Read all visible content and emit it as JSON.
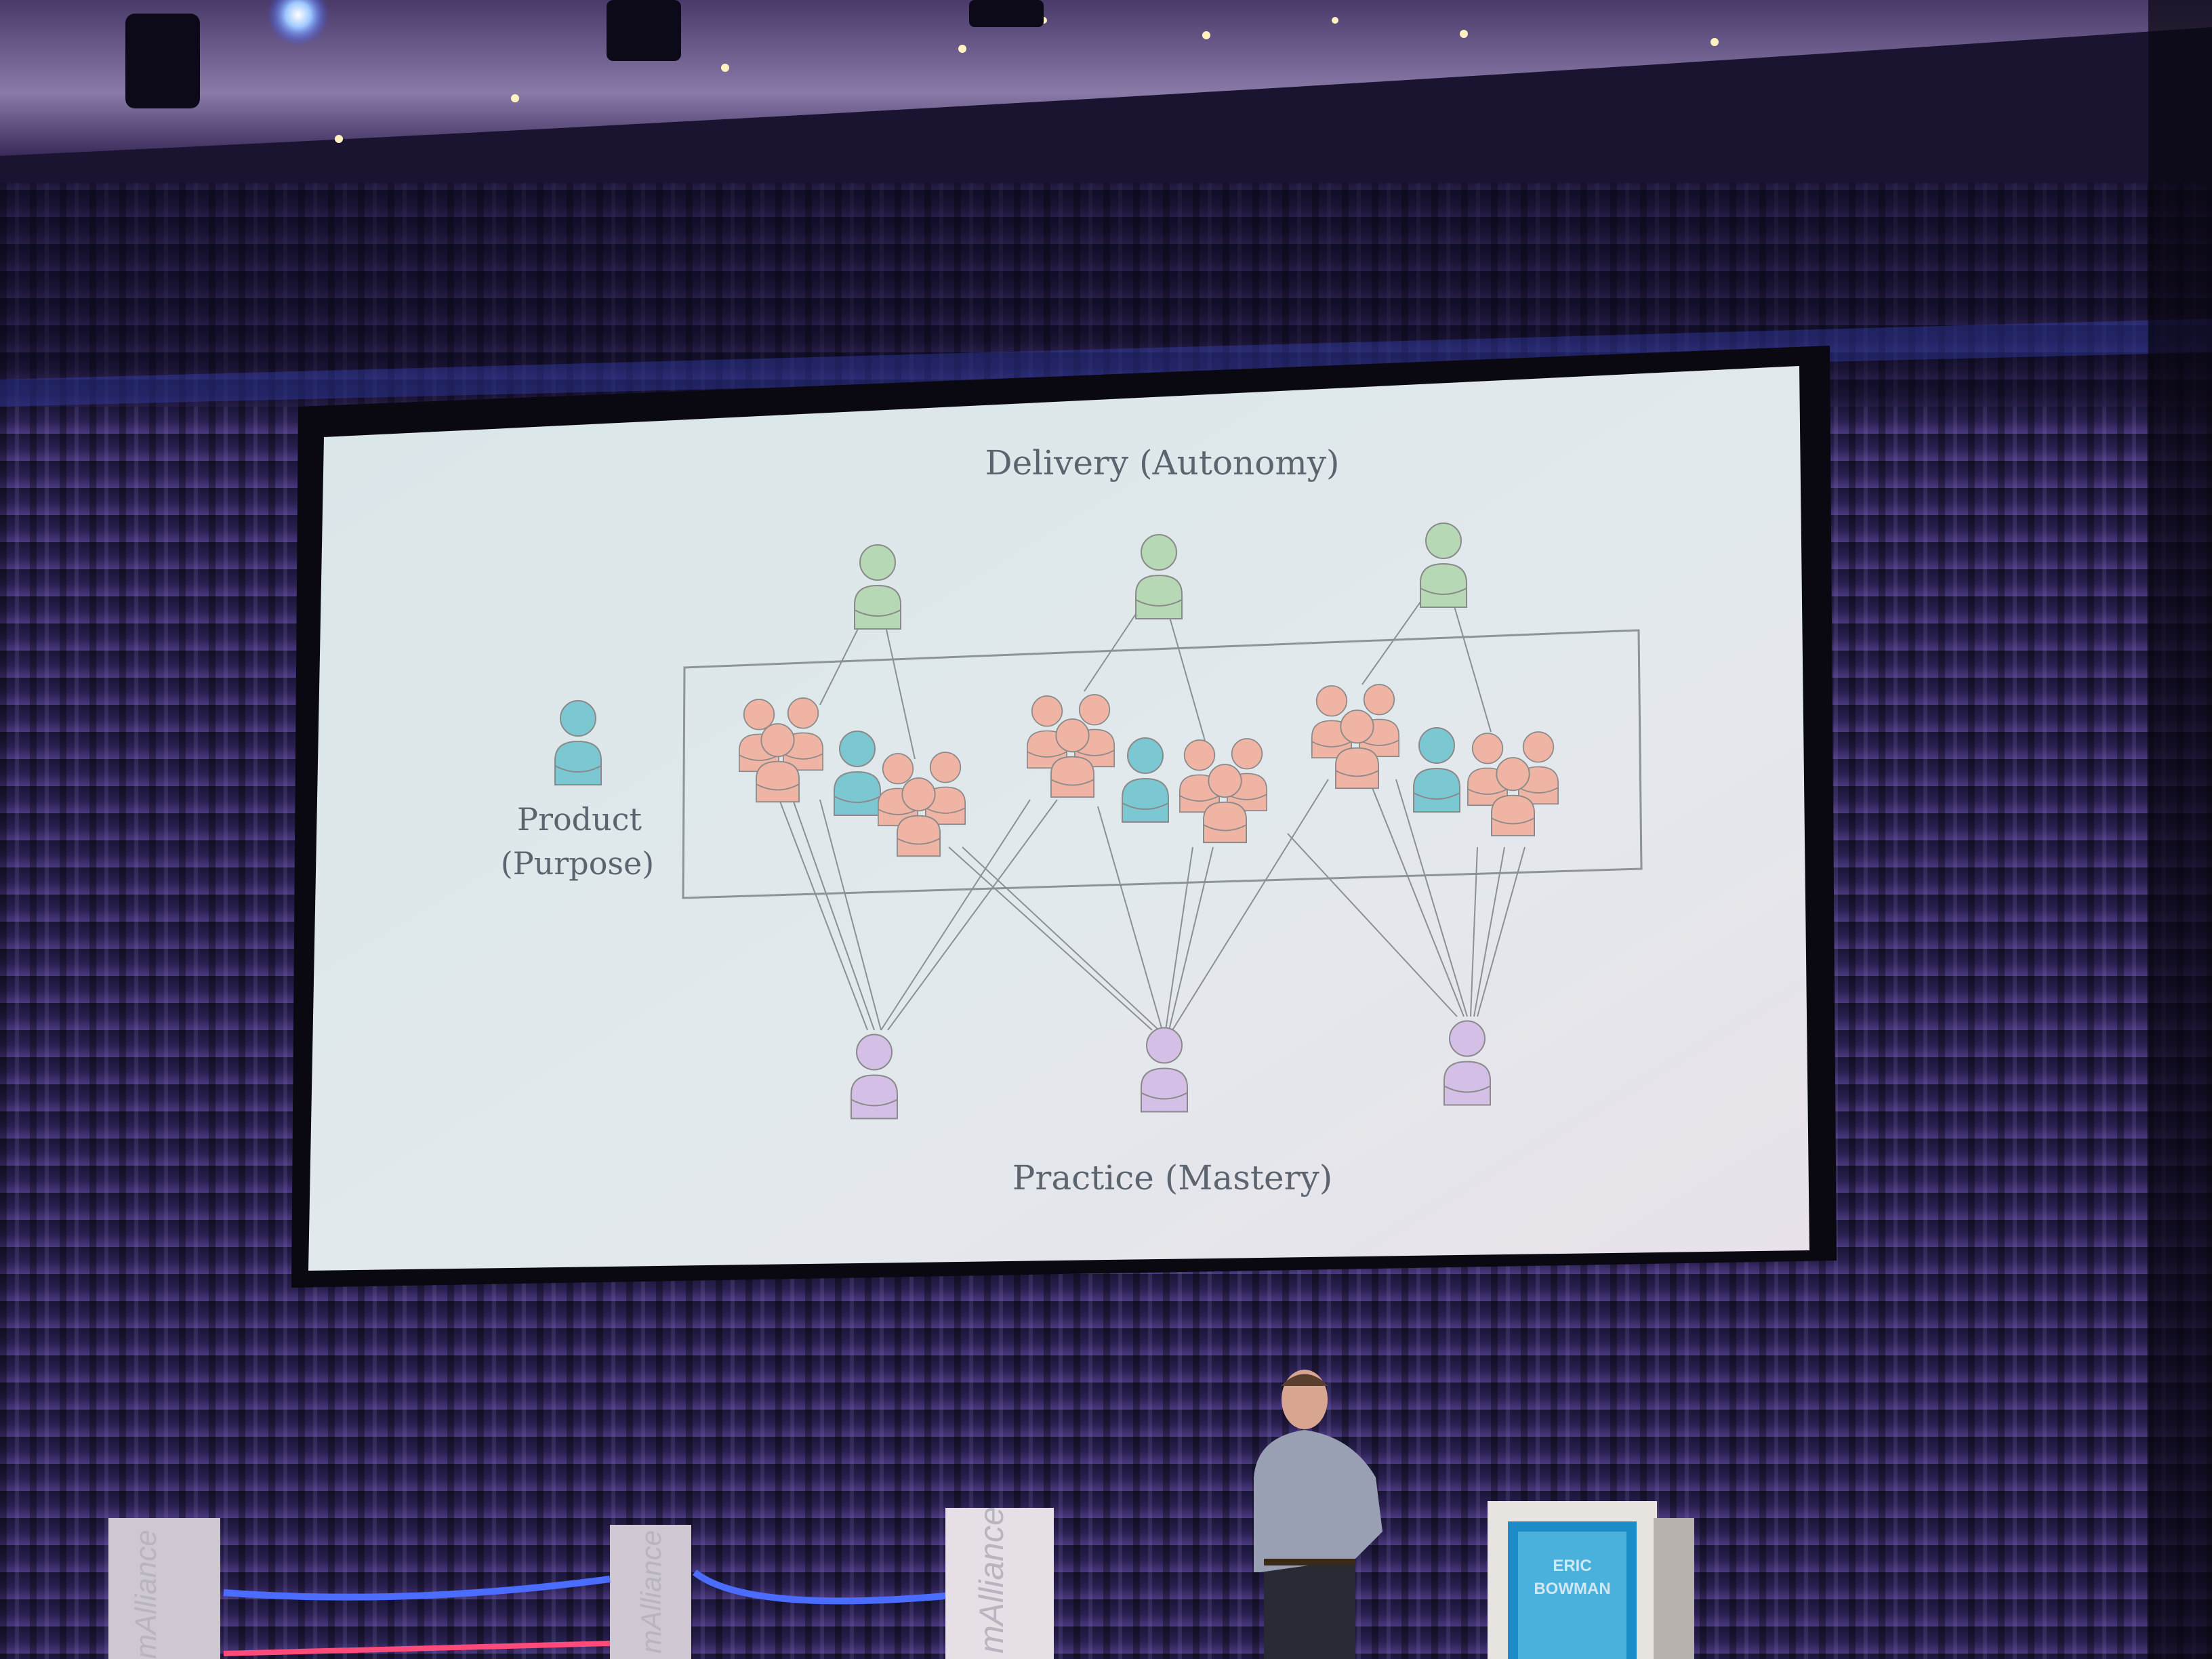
{
  "slide": {
    "top_label": "Delivery (Autonomy)",
    "left_label_line1": "Product",
    "left_label_line2": "(Purpose)",
    "bottom_label": "Practice (Mastery)"
  },
  "podium": {
    "name_line1": "ERIC",
    "name_line2": "BOWMAN"
  },
  "stage_signs": {
    "left": "mAlliance",
    "middle": "mAlliance",
    "right": "mAlliance"
  },
  "colors": {
    "delivery": "#b6d8b4",
    "product": "#7cc8d2",
    "squad": "#f0b4a4",
    "practice": "#d4c0e6",
    "slide_bg": "#dfe8ec",
    "curtain": "#2a2048",
    "neon": "#3a5cff"
  }
}
